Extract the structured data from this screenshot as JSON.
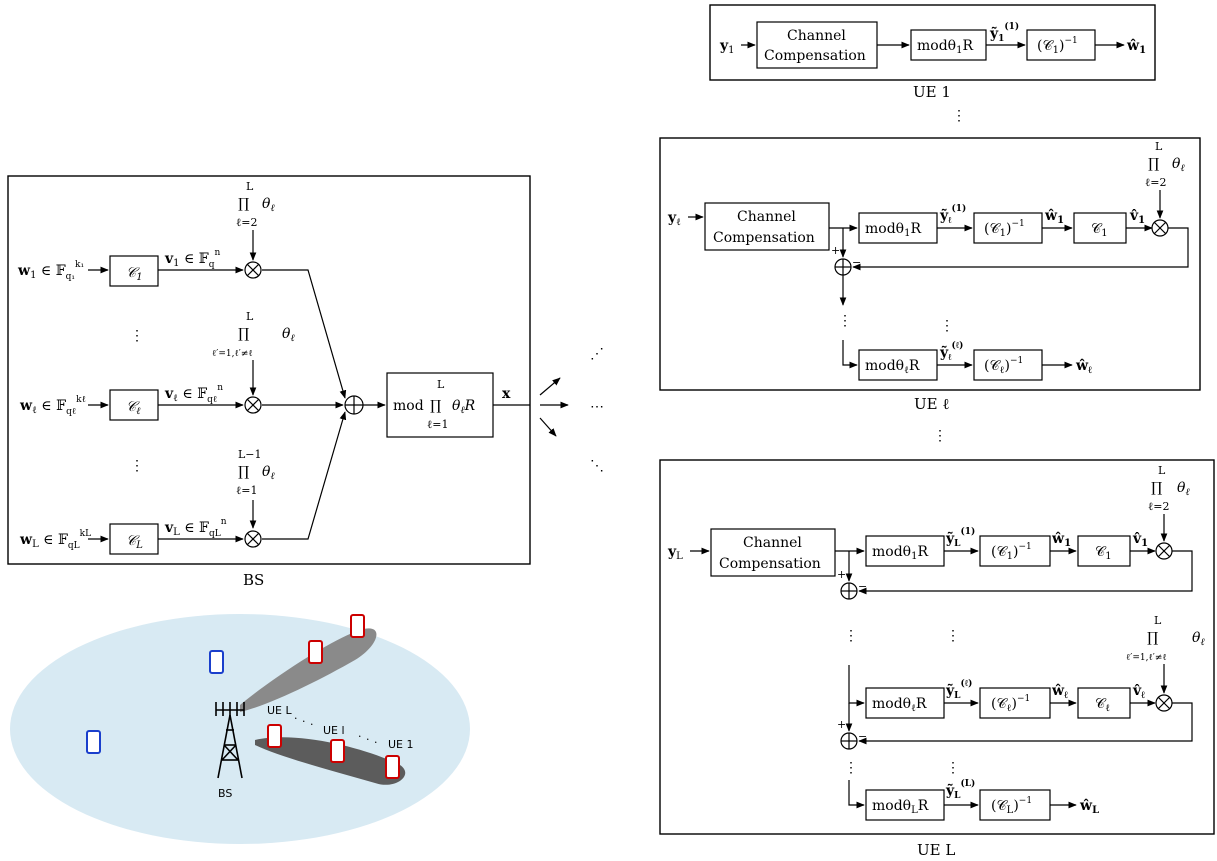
{
  "bs": {
    "caption": "BS",
    "inputs": [
      "w₁ ∈ 𝔽q₁^k₁",
      "wℓ ∈ 𝔽qℓ^kℓ",
      "wL ∈ 𝔽qL^kL"
    ],
    "encoders": [
      "𝒞₁",
      "𝒞ℓ",
      "𝒞L"
    ],
    "codewords": [
      "v₁ ∈ 𝔽q^n",
      "vℓ ∈ 𝔽qℓ^n",
      "vL ∈ 𝔽qL^n"
    ],
    "multipliers": [
      "∏ℓ=2..L θℓ",
      "∏ℓ′=1,ℓ′≠ℓ..L θℓ",
      "∏ℓ=1..L−1 θℓ"
    ],
    "mod_block": "mod ∏ℓ=1..L θℓ R",
    "output": "x",
    "dots": "⋮"
  },
  "receivers": [
    {
      "caption": "UE 1",
      "input": "y₁",
      "blocks": [
        "Channel",
        "Compensation",
        "modθ₁R",
        "ỹ₁⁽¹⁾",
        "(𝒞₁)⁻¹",
        "ŵ₁"
      ]
    },
    {
      "caption": "UE ℓ",
      "input": "yℓ",
      "blocks": [
        "Channel",
        "Compensation",
        "modθ₁R",
        "ỹℓ⁽¹⁾",
        "(𝒞₁)⁻¹",
        "ŵ₁",
        "𝒞₁",
        "v̂₁",
        "∏ℓ=2..L θℓ",
        "modθℓR",
        "ỹℓ⁽ℓ⁾",
        "(𝒞ℓ)⁻¹",
        "ŵℓ"
      ]
    },
    {
      "caption": "UE L",
      "input": "yL",
      "blocks": [
        "Channel",
        "Compensation",
        "modθ₁R",
        "ỹL⁽¹⁾",
        "(𝒞₁)⁻¹",
        "ŵ₁",
        "𝒞₁",
        "v̂₁",
        "∏ℓ=2..L θℓ",
        "modθℓR",
        "ỹL⁽ℓ⁾",
        "(𝒞ℓ)⁻¹",
        "ŵℓ",
        "𝒞ℓ",
        "v̂ℓ",
        "∏ℓ′=1,ℓ′≠ℓ..L θℓ",
        "modθLR",
        "ỹL⁽L⁾",
        "(𝒞L)⁻¹",
        "ŵL"
      ]
    }
  ],
  "scene": {
    "bs_label": "BS",
    "beam_labels": [
      "UE L",
      "UE l",
      "UE 1"
    ]
  },
  "colors": {
    "cell": "#d8eaf3",
    "beam": "#8a8a8a",
    "beam_dark": "#5c5c5c",
    "served_ue": "#cc0000",
    "idle_ue": "#1a3fcc"
  }
}
